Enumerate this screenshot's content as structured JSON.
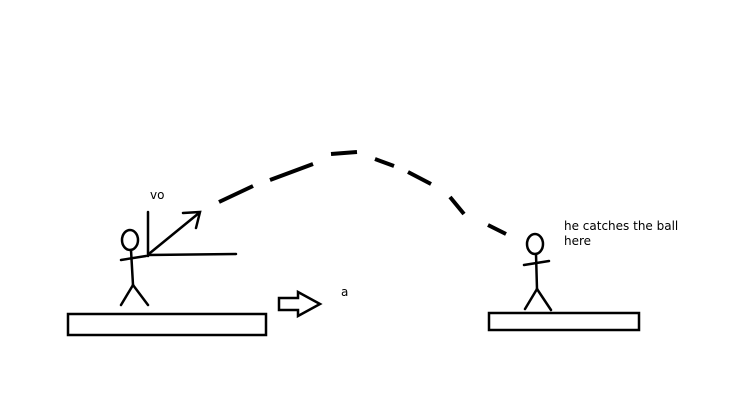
{
  "labels": {
    "initial_velocity": "vo",
    "acceleration": "a",
    "catch_note": "he catches the ball\nhere"
  },
  "colors": {
    "ink": "#000000",
    "background": "#ffffff"
  }
}
